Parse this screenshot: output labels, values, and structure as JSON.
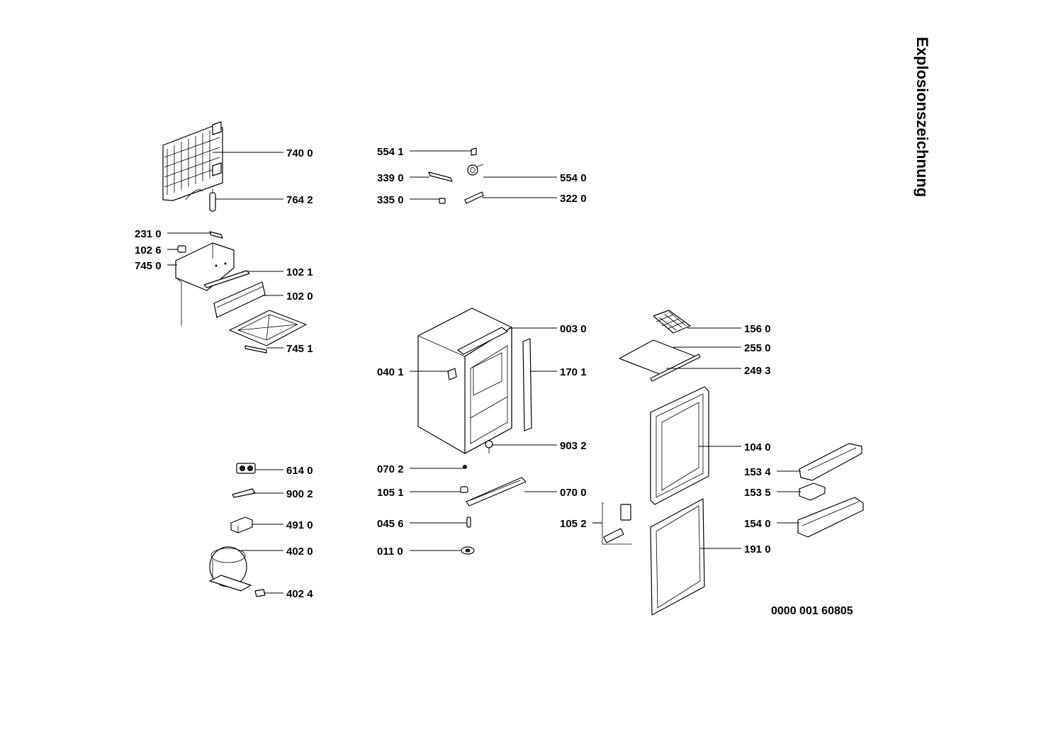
{
  "title": "Explosionszeichnung",
  "document_number": "0000 001 60805",
  "callouts": [
    {
      "id": "c7400",
      "text": "740 0"
    },
    {
      "id": "c7642",
      "text": "764 2"
    },
    {
      "id": "c2310",
      "text": "231 0"
    },
    {
      "id": "c1026",
      "text": "102 6"
    },
    {
      "id": "c7450",
      "text": "745 0"
    },
    {
      "id": "c1021",
      "text": "102 1"
    },
    {
      "id": "c1020",
      "text": "102 0"
    },
    {
      "id": "c7451",
      "text": "745 1"
    },
    {
      "id": "c5541",
      "text": "554 1"
    },
    {
      "id": "c3390",
      "text": "339 0"
    },
    {
      "id": "c5540",
      "text": "554 0"
    },
    {
      "id": "c3350",
      "text": "335 0"
    },
    {
      "id": "c3220",
      "text": "322 0"
    },
    {
      "id": "c0030",
      "text": "003 0"
    },
    {
      "id": "c0401",
      "text": "040 1"
    },
    {
      "id": "c1701",
      "text": "170 1"
    },
    {
      "id": "c9032",
      "text": "903 2"
    },
    {
      "id": "c6140",
      "text": "614 0"
    },
    {
      "id": "c9002",
      "text": "900 2"
    },
    {
      "id": "c4910",
      "text": "491 0"
    },
    {
      "id": "c4020",
      "text": "402 0"
    },
    {
      "id": "c4024",
      "text": "402 4"
    },
    {
      "id": "c0702",
      "text": "070 2"
    },
    {
      "id": "c1051",
      "text": "105 1"
    },
    {
      "id": "c0700",
      "text": "070 0"
    },
    {
      "id": "c0456",
      "text": "045 6"
    },
    {
      "id": "c0110",
      "text": "011 0"
    },
    {
      "id": "c1052",
      "text": "105 2"
    },
    {
      "id": "c1560",
      "text": "156 0"
    },
    {
      "id": "c2550",
      "text": "255 0"
    },
    {
      "id": "c2493",
      "text": "249 3"
    },
    {
      "id": "c1040",
      "text": "104 0"
    },
    {
      "id": "c1534",
      "text": "153 4"
    },
    {
      "id": "c1535",
      "text": "153 5"
    },
    {
      "id": "c1540",
      "text": "154 0"
    },
    {
      "id": "c1910",
      "text": "191 0"
    }
  ]
}
